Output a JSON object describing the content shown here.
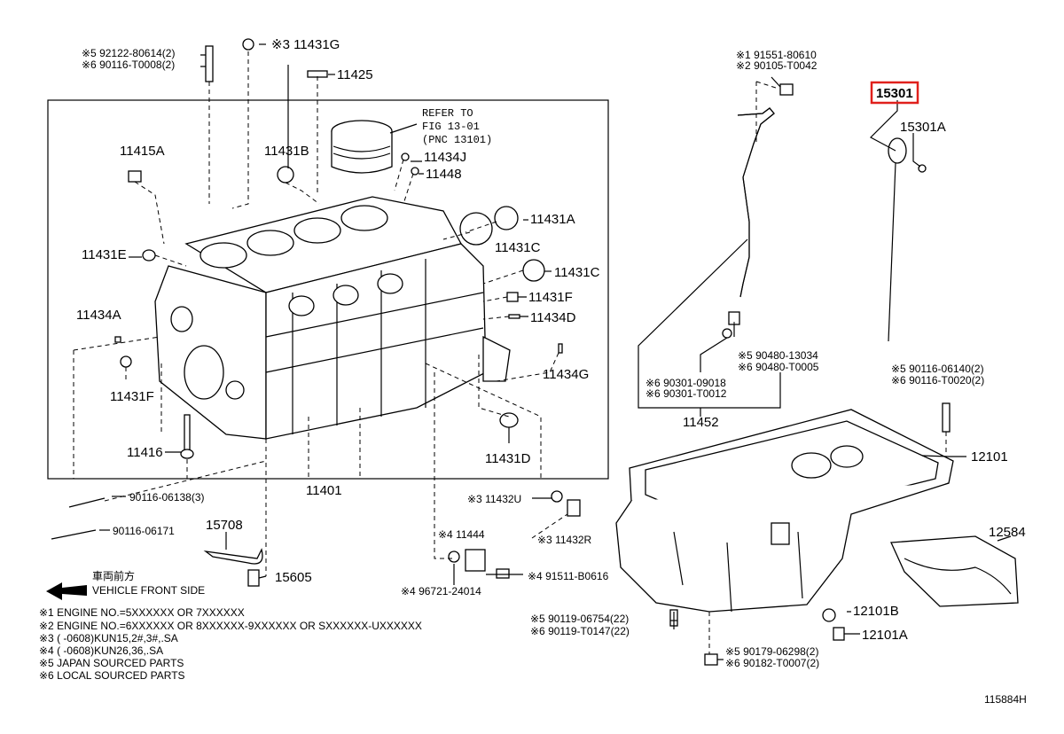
{
  "labels": {
    "p92122": "※5 92122-80614(2)",
    "p90116_t0008": "※6 90116-T0008(2)",
    "p11431g": "※3 11431G",
    "p11425": "11425",
    "refer1": "REFER TO",
    "refer2": "FIG 13-01",
    "refer3": "(PNC 13101)",
    "p11415a": "11415A",
    "p11431b": "11431B",
    "p11434j": "11434J",
    "p11448": "11448",
    "p11431a": "11431A",
    "p11431c_1": "11431C",
    "p11431c_2": "11431C",
    "p11431e": "11431E",
    "p11431f_1": "11431F",
    "p11434d": "11434D",
    "p11434a": "11434A",
    "p11434g": "11434G",
    "p11431f_2": "11431F",
    "p11431d": "11431D",
    "p11416": "11416",
    "p11401": "11401",
    "p90116_06138": "90116-06138(3)",
    "p90116_06171": "90116-06171",
    "p15708": "15708",
    "p15605": "15605",
    "p11432u": "※3 11432U",
    "p11432r": "※3 11432R",
    "p11444": "※4 11444",
    "p91511": "※4 91511-B0616",
    "p96721": "※4 96721-24014",
    "p91551": "※1 91551-80610",
    "p90105": "※2 90105-T0042",
    "p15301": "15301",
    "p15301a": "15301A",
    "p90480_13034": "※5 90480-13034",
    "p90480_t0005": "※6 90480-T0005",
    "p90301_09018": "※6 90301-09018",
    "p90301_t0012": "※6 90301-T0012",
    "p11452": "11452",
    "p90116_06140": "※5 90116-06140(2)",
    "p90116_t0020": "※6 90116-T0020(2)",
    "p12101": "12101",
    "p12584": "12584",
    "p12101b": "12101B",
    "p12101a": "12101A",
    "p90119_06754": "※5 90119-06754(22)",
    "p90119_t0147": "※6 90119-T0147(22)",
    "p90179": "※5 90179-06298(2)",
    "p90182": "※6 90182-T0007(2)",
    "front_jp": "車両前方",
    "front_en": "VEHICLE FRONT SIDE",
    "figure_id": "115884H"
  },
  "notes": [
    "※1 ENGINE NO.=5XXXXXX OR 7XXXXXX",
    "※2 ENGINE NO.=6XXXXXX OR 8XXXXXX-9XXXXXX OR SXXXXXX-UXXXXXX",
    "※3 (      -0608)KUN15,2#,3#,.SA",
    "※4 (      -0608)KUN26,36,.SA",
    "※5 JAPAN SOURCED PARTS",
    "※6 LOCAL SOURCED PARTS"
  ],
  "highlight_color": "#e0201c"
}
